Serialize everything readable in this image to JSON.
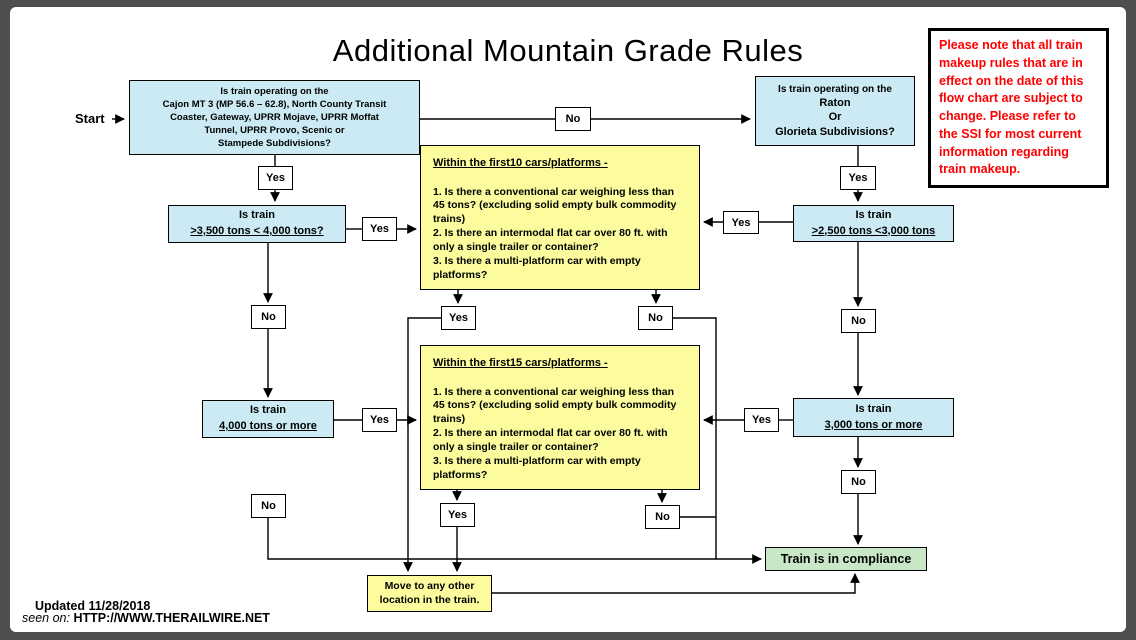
{
  "title": "Additional Mountain Grade Rules",
  "note": "Please note that all train makeup rules that are in effect on the date of this flow chart are subject to change.  Please refer to the SSI for most current information regarding train makeup.",
  "start": "Start",
  "labels": {
    "yes": "Yes",
    "no": "No"
  },
  "decisions": {
    "subdivisions_lines": [
      "Is train operating on the",
      "Cajon MT 3 (MP 56.6 – 62.8), North County Transit",
      "Coaster, Gateway, UPRR Mojave, UPRR Moffat",
      "Tunnel, UPRR Provo, Scenic or",
      "Stampede Subdivisions?"
    ],
    "raton_lines": [
      "Is train operating on the",
      "Raton",
      "Or",
      "Glorieta Subdivisions?"
    ],
    "t3500": [
      "Is train",
      ">3,500 tons < 4,000 tons?"
    ],
    "t2500": [
      "Is train",
      ">2,500 tons <3,000 tons"
    ],
    "t4000": [
      "Is train",
      "4,000 tons or more"
    ],
    "t3000": [
      "Is train",
      "3,000 tons or more"
    ]
  },
  "checks": {
    "first10_title": "Within the first10 cars/platforms -",
    "first15_title": "Within the first15 cars/platforms -",
    "item1": "1.  Is there a conventional car weighing less than 45 tons? (excluding solid empty bulk commodity trains)",
    "item2": "2. Is there an intermodal flat car over 80 ft. with only a single trailer or container?",
    "item3": "3. Is there a multi-platform car with empty platforms?"
  },
  "outcomes": {
    "compliance": "Train is in compliance",
    "move": "Move to any other location in the train."
  },
  "footer": {
    "updated": "Updated 11/28/2018",
    "watermark_prefix": "seen on: ",
    "watermark_url": "HTTP://WWW.THERAILWIRE.NET"
  },
  "colors": {
    "decision_fill": "#cbeaf4",
    "check_fill": "#fcfc9e",
    "compliance_fill": "#c8e7c6",
    "notice_text": "#ff0000"
  }
}
